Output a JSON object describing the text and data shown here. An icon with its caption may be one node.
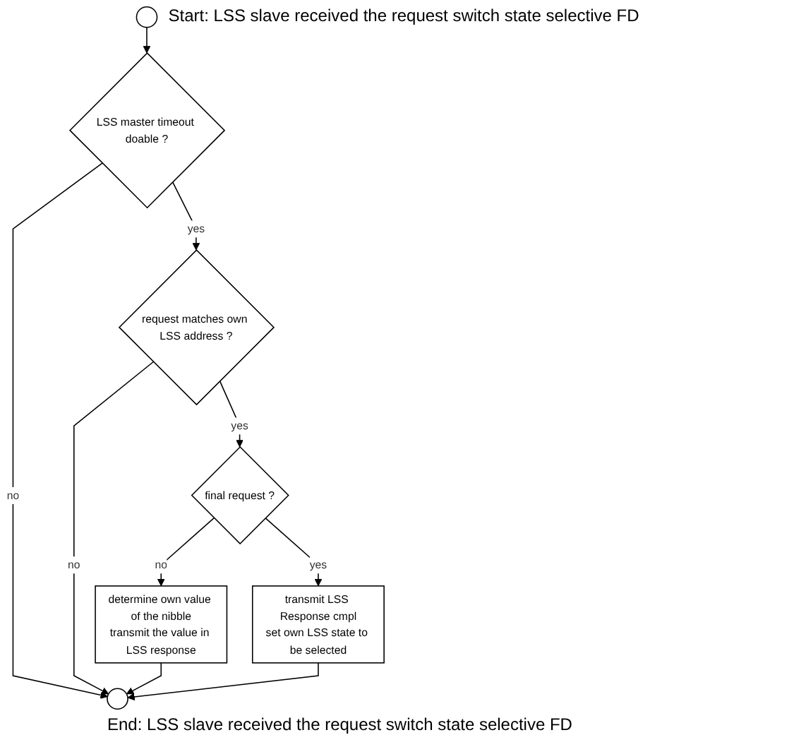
{
  "diagram": {
    "nodes": [
      {
        "text": [],
        "shape": "circle",
        "beside": [
          "Start: LSS slave received the request switch state selective FD"
        ]
      },
      {
        "text": [
          "LSS master timeout doable ?"
        ]
      },
      {
        "text": [
          "request matches own LSS address ?"
        ]
      },
      {
        "text": [
          "final request ?"
        ]
      },
      {
        "text": [
          "determine own value of the nibble",
          "transmit the value in LSS response"
        ]
      },
      {
        "text": [
          "transmit LSS Response cmpl",
          "set own LSS state to be selected"
        ]
      },
      {
        "text": [],
        "shape": "circle",
        "beside": [
          "End: LSS slave received the request switch state selective FD"
        ]
      }
    ],
    "edges": [
      {
        "from": 0,
        "to": 1,
        "arrow": "to"
      },
      {
        "from": 1,
        "to": 2,
        "label": "yes",
        "arrow": "to"
      },
      {
        "from": 1,
        "to": 6,
        "label": "no",
        "arrow": "to"
      },
      {
        "from": 2,
        "to": 3,
        "label": "yes",
        "arrow": "to"
      },
      {
        "from": 2,
        "to": 6,
        "label": "no",
        "arrow": "to"
      },
      {
        "from": 3,
        "to": 4,
        "label": "no",
        "arrow": "to"
      },
      {
        "from": 3,
        "to": 5,
        "label": "yes",
        "arrow": "to"
      },
      {
        "from": 4,
        "to": 6,
        "arrow": "to"
      },
      {
        "from": 5,
        "to": 6,
        "arrow": "to"
      }
    ]
  }
}
